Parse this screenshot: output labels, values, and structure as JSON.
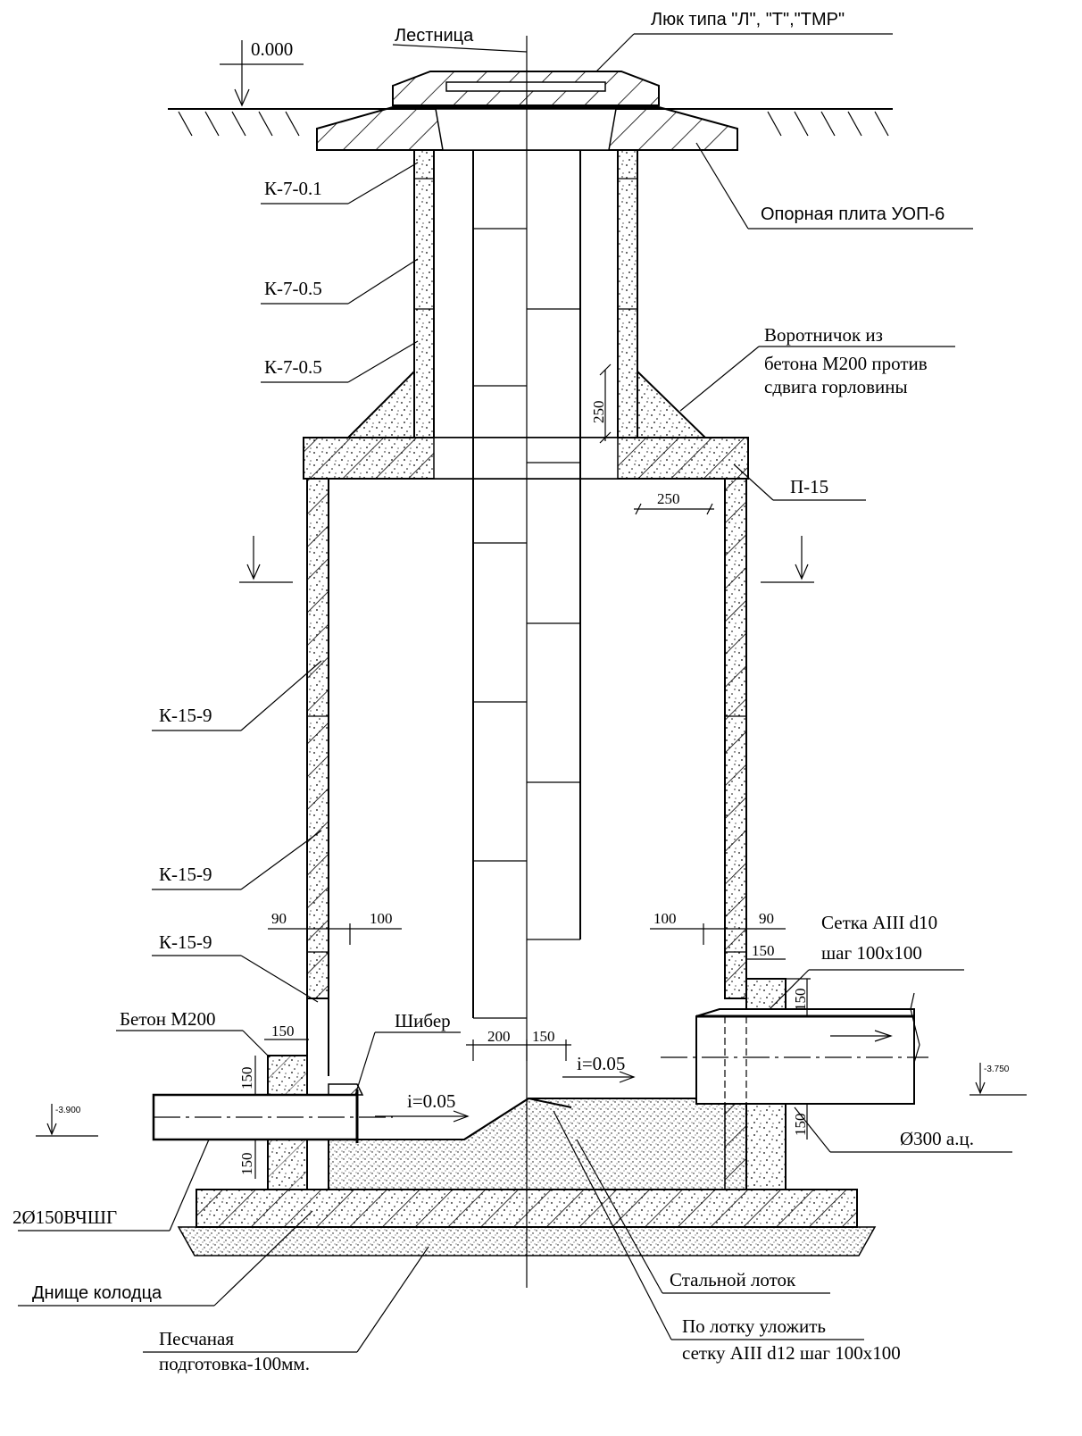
{
  "labels": {
    "level_top": "0.000",
    "ladder": "Лестница",
    "hatch": "Люк типа \"Л\", \"Т\",\"ТМР\"",
    "support_plate": "Опорная плита УОП-6",
    "ring_k7_01": "К-7-0.1",
    "ring_k7_05_a": "К-7-0.5",
    "ring_k7_05_b": "К-7-0.5",
    "collar_line1": "Воротничок из",
    "collar_line2": "бетона М200 против",
    "collar_line3": "сдвига горловины",
    "slab_p15": "П-15",
    "ring_k15_9_a": "К-15-9",
    "ring_k15_9_b": "К-15-9",
    "ring_k15_9_c": "К-15-9",
    "mesh_line1": "Сетка AIII d10",
    "mesh_line2": "шаг 100х100",
    "concrete": "Бетон М200",
    "gate": "Шибер",
    "slope_right": "i=0.05",
    "slope_left": "i=0.05",
    "pipe_right": "Ø300 а.ц.",
    "pipe_left": "2Ø150ВЧШГ",
    "bottom": "Днище колодца",
    "steel_tray": "Стальной лоток",
    "tray_mesh_line1": "По лотку уложить",
    "tray_mesh_line2": "сетку AIII d12 шаг 100х100",
    "sand_line1": "Песчаная",
    "sand_line2": "подготовка-100мм.",
    "level_left": "-3.900",
    "level_right": "-3.750"
  },
  "dimensions": {
    "collar_height": "250",
    "wall_offset": "250",
    "wall_left": "90",
    "gap_left": "100",
    "gap_right": "100",
    "wall_right": "90",
    "mesh_w": "150",
    "mesh_h": "150",
    "concrete_w": "150",
    "concrete_h_top": "150",
    "concrete_h_bottom": "150",
    "tray_a": "200",
    "tray_b": "150",
    "pipe_right_h": "150"
  }
}
